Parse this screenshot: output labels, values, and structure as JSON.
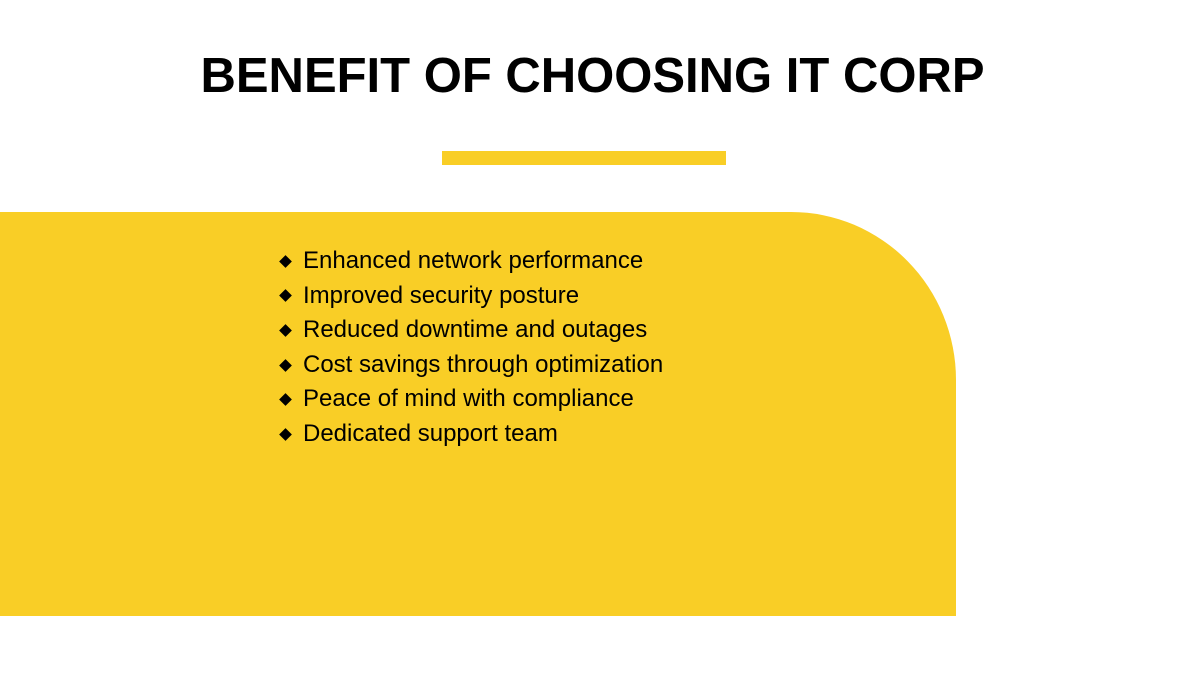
{
  "slide": {
    "title": "BENEFIT OF CHOOSING IT CORP",
    "accent_color": "#f9ce26",
    "bullet_icon": "diamond-bullet-icon",
    "benefits": [
      "Enhanced network performance",
      "Improved security posture",
      "Reduced downtime and outages",
      "Cost savings through optimization",
      "Peace of mind with compliance",
      "Dedicated support team"
    ]
  }
}
